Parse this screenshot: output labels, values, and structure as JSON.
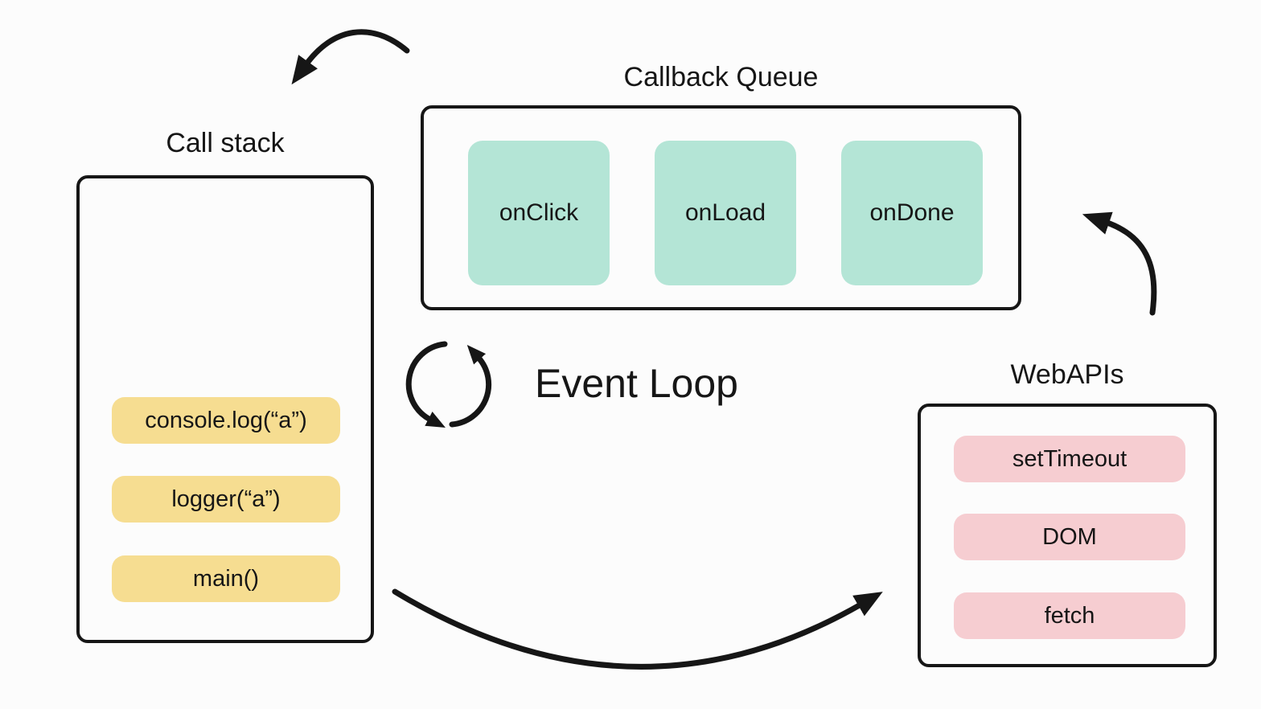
{
  "colors": {
    "background": "#FCFCFC",
    "outline": "#161616",
    "arrow": "#161616",
    "text": "#161616",
    "stack_frame_fill": "#F6DD91",
    "queue_item_fill": "#B4E5D6",
    "webapi_item_fill": "#F6CDD1"
  },
  "callback_queue": {
    "title": "Callback Queue",
    "items": [
      "onClick",
      "onLoad",
      "onDone"
    ]
  },
  "call_stack": {
    "title": "Call stack",
    "frames": [
      "console.log(“a”)",
      "logger(“a”)",
      "main()"
    ]
  },
  "web_apis": {
    "title": "WebAPIs",
    "items": [
      "setTimeout",
      "DOM",
      "fetch"
    ]
  },
  "event_loop": {
    "label": "Event Loop",
    "icon": "cycle-arrows-icon"
  }
}
